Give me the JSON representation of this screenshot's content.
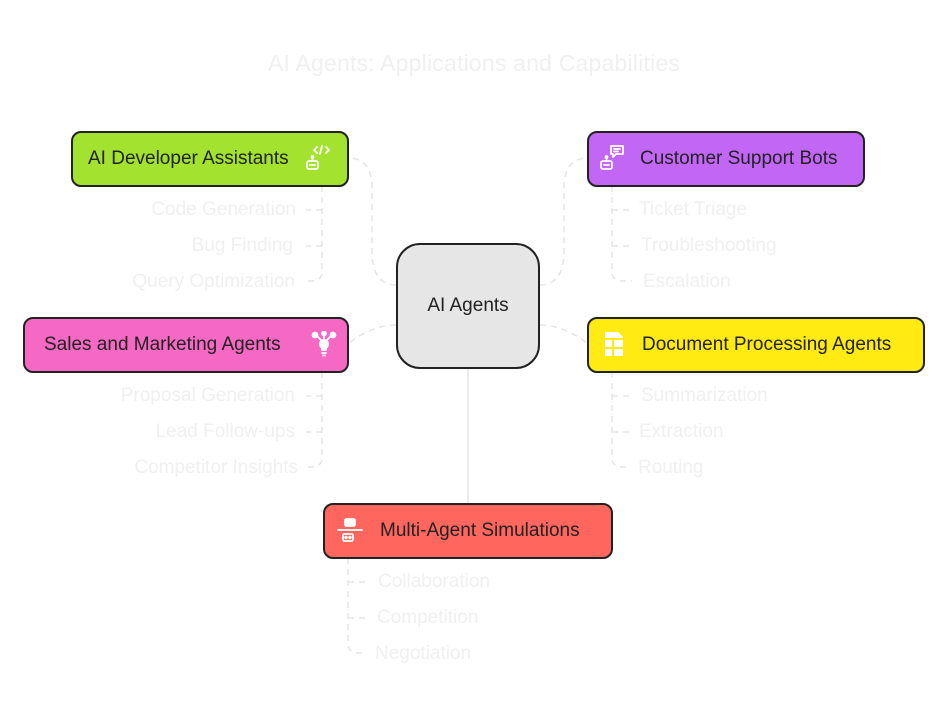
{
  "title": "AI Agents: Applications and Capabilities",
  "center": {
    "label": "AI Agents"
  },
  "branches": {
    "dev": {
      "label": "AI Developer Assistants",
      "color": "#a3e22f",
      "icon": "robot-code-icon",
      "items": [
        "Code Generation",
        "Bug Finding",
        "Query Optimization"
      ]
    },
    "support": {
      "label": "Customer Support Bots",
      "color": "#c266f6",
      "icon": "robot-chat-icon",
      "items": [
        "Ticket Triage",
        "Troubleshooting",
        "Escalation"
      ]
    },
    "sales": {
      "label": "Sales and Marketing Agents",
      "color": "#f568c3",
      "icon": "network-bulb-icon",
      "items": [
        "Proposal Generation",
        "Lead Follow-ups",
        "Competitor Insights"
      ]
    },
    "docs": {
      "label": "Document Processing Agents",
      "color": "#ffea12",
      "icon": "document-grid-icon",
      "items": [
        "Summarization",
        "Extraction",
        "Routing"
      ]
    },
    "sim": {
      "label": "Multi-Agent Simulations",
      "color": "#fe665e",
      "icon": "two-robots-icon",
      "items": [
        "Collaboration",
        "Competition",
        "Negotiation"
      ]
    }
  }
}
